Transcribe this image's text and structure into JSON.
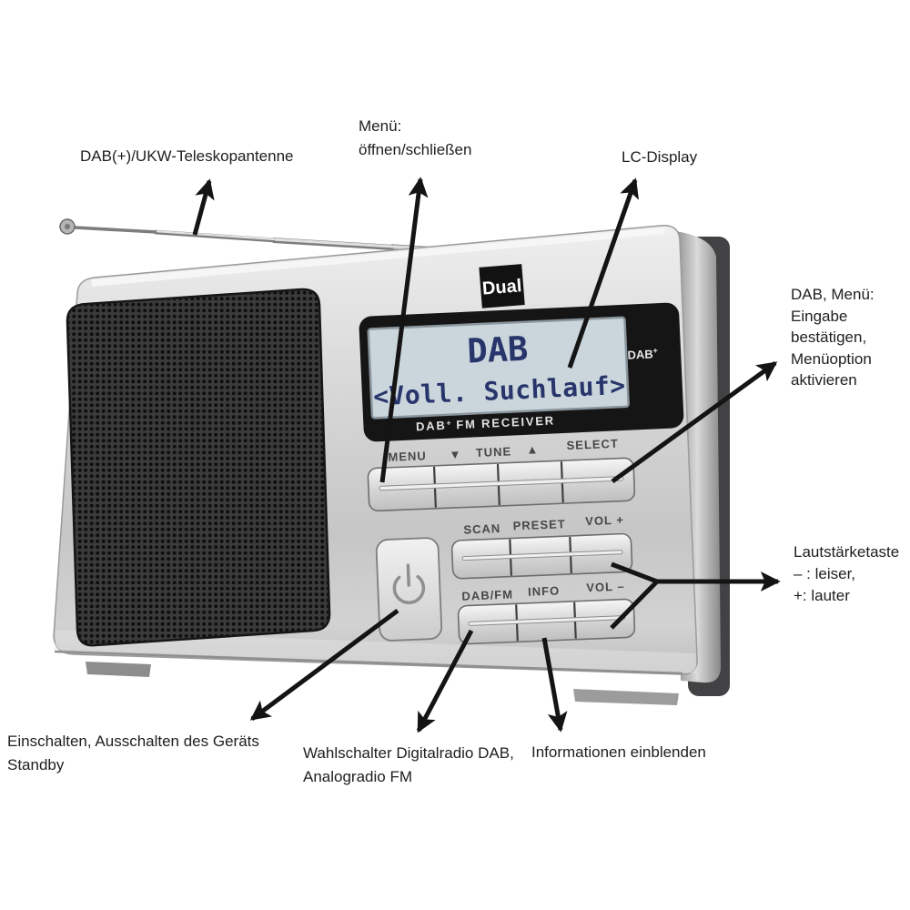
{
  "annotations": {
    "antenna": {
      "line1": "DAB(+)/UKW-Teleskopantenne"
    },
    "menu": {
      "line1": "Menü:",
      "line2": "öffnen/schließen"
    },
    "display": {
      "line1": "LC-Display"
    },
    "select": {
      "line1": "DAB, Menü:",
      "line2": "Eingabe",
      "line3": "bestätigen,",
      "line4": "Menüoption",
      "line5": "aktivieren"
    },
    "volume": {
      "line1": "Lautstärketaste",
      "line2": "– : leiser,",
      "line3": "+: lauter"
    },
    "power": {
      "line1": "Einschalten, Ausschalten des Geräts",
      "line2": "Standby"
    },
    "mode": {
      "line1": "Wahlschalter Digitalradio DAB,",
      "line2": "Analogradio FM"
    },
    "info": {
      "line1": "Informationen einblenden"
    }
  },
  "radio": {
    "brand": "Dual",
    "lcd": {
      "line1": "DAB",
      "line2": "<Voll. Suchlauf>"
    },
    "badge": {
      "text": "DAB",
      "sup": "+"
    },
    "caption": {
      "pre": "DAB",
      "sup": "+",
      "post": "FM RECEIVER"
    },
    "buttons": {
      "menu": "MENU",
      "tune_down": "▼",
      "tune": "TUNE",
      "tune_up": "▲",
      "select": "SELECT",
      "scan": "SCAN",
      "preset": "PRESET",
      "vol_up": "VOL +",
      "dab_fm": "DAB/FM",
      "info": "INFO",
      "vol_down": "VOL –",
      "power_icon": "power-symbol"
    },
    "colors": {
      "body": "#cfcfcf",
      "bezel": "#151515",
      "lcd_bg": "#cbd5dc",
      "lcd_text": "#27356b",
      "grille": "#3b3b3b",
      "arrow": "#141414"
    }
  }
}
